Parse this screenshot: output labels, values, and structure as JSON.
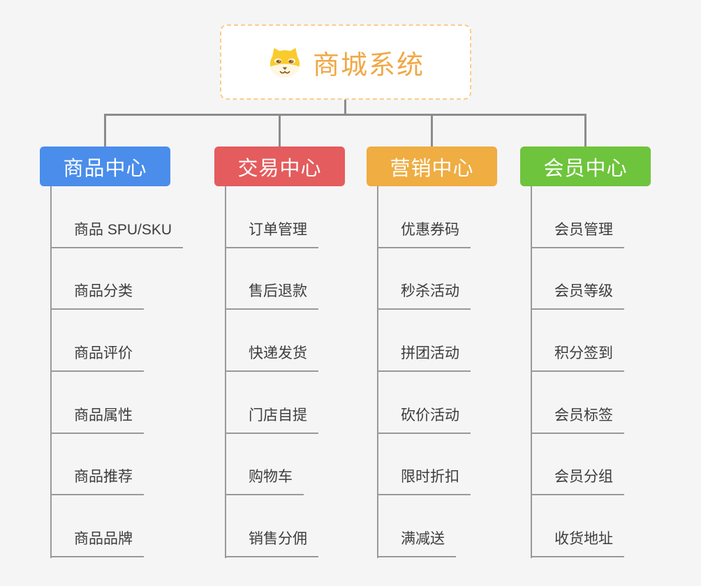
{
  "canvas": {
    "background": "#F5F5F6"
  },
  "root": {
    "title": "商城系统",
    "title_color": "#F0A846",
    "border_color": "#F8CD8C",
    "icon": "dog-face-icon"
  },
  "connectors": {
    "color": "#8C8C8C",
    "child_line_color": "#999999"
  },
  "child_text_color": "#3D3D3D",
  "branches": [
    {
      "label": "商品中心",
      "color": "#4A8DEB",
      "children": [
        "商品 SPU/SKU",
        "商品分类",
        "商品评价",
        "商品属性",
        "商品推荐",
        "商品品牌"
      ]
    },
    {
      "label": "交易中心",
      "color": "#E45C5E",
      "children": [
        "订单管理",
        "售后退款",
        "快递发货",
        "门店自提",
        "购物车",
        "销售分佣"
      ]
    },
    {
      "label": "营销中心",
      "color": "#EFAD42",
      "children": [
        "优惠券码",
        "秒杀活动",
        "拼团活动",
        "砍价活动",
        "限时折扣",
        "满减送"
      ]
    },
    {
      "label": "会员中心",
      "color": "#6EC43C",
      "children": [
        "会员管理",
        "会员等级",
        "积分签到",
        "会员标签",
        "会员分组",
        "收货地址"
      ]
    }
  ]
}
